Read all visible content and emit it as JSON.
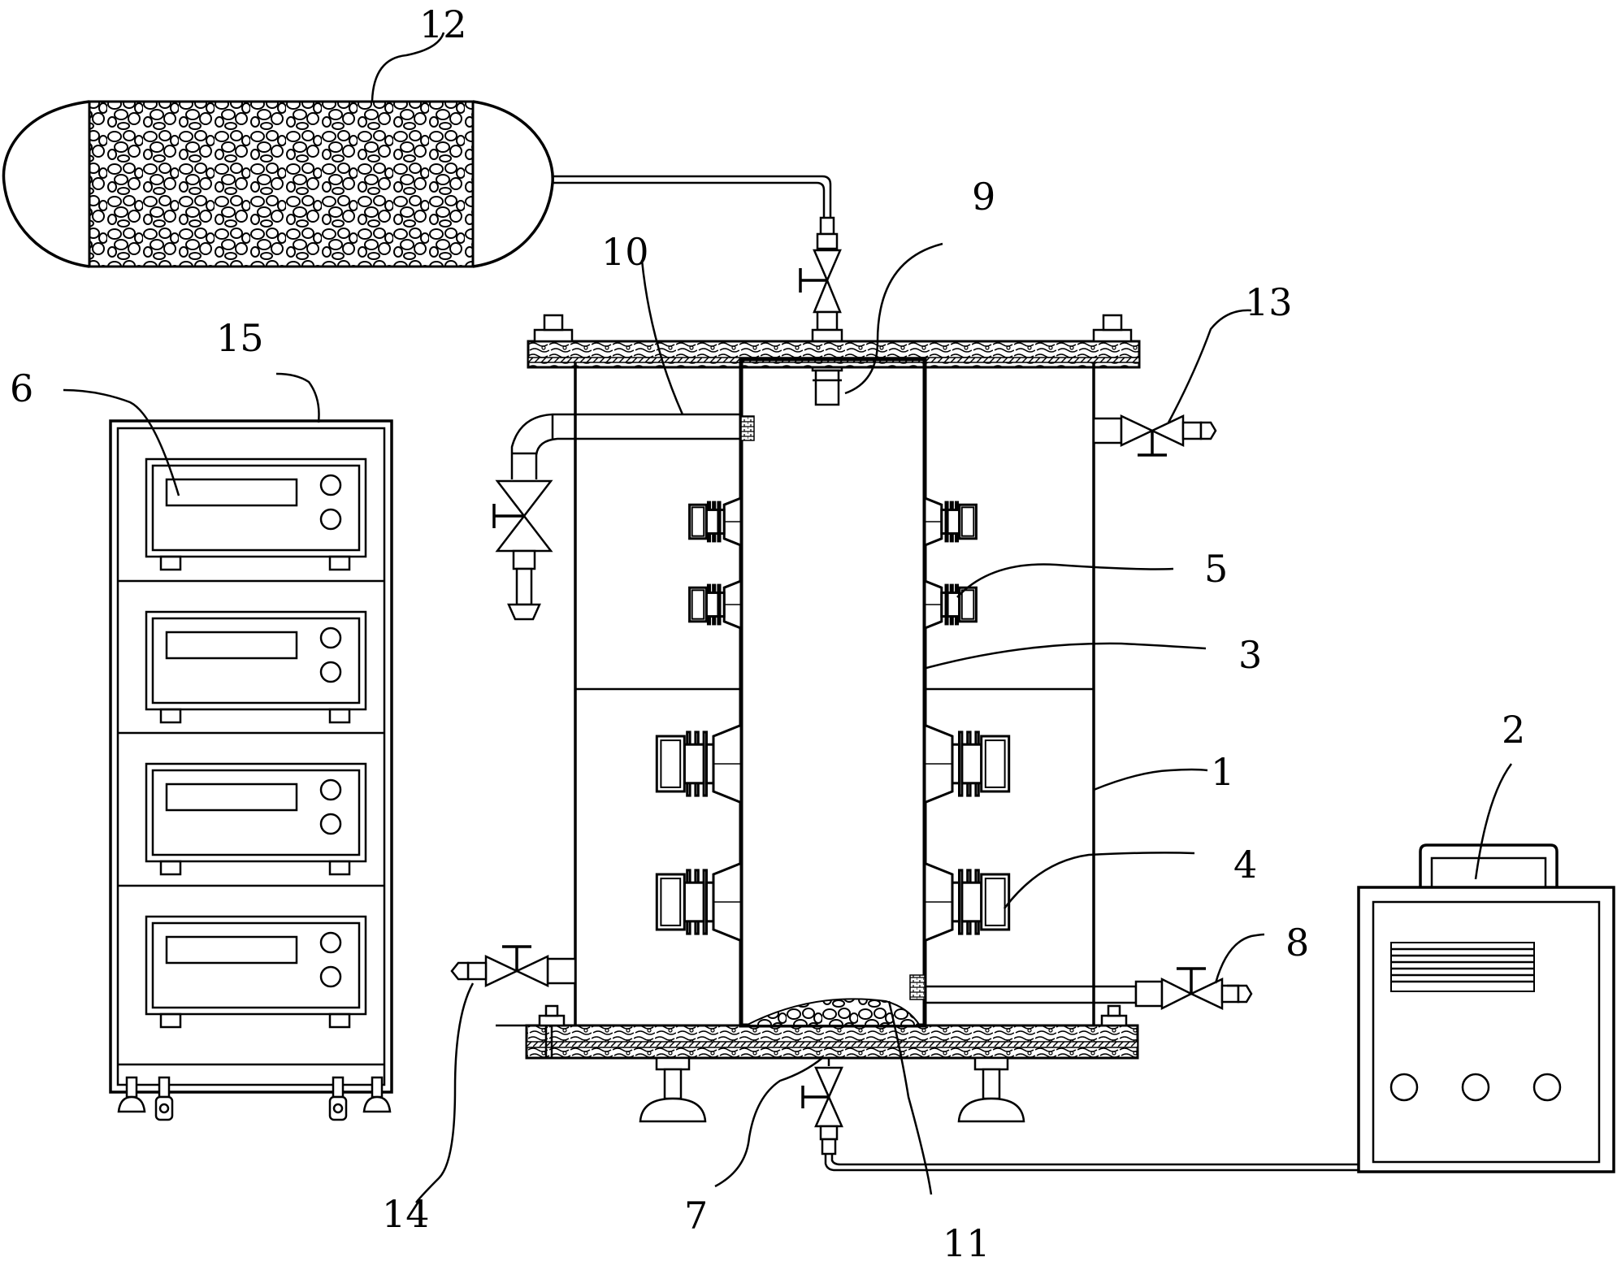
{
  "labels": {
    "l1": "1",
    "l2": "2",
    "l3": "3",
    "l4": "4",
    "l5": "5",
    "l6": "6",
    "l7": "7",
    "l8": "8",
    "l9": "9",
    "l10": "10",
    "l11": "11",
    "l12": "12",
    "l13": "13",
    "l14": "14",
    "l15": "15"
  },
  "colors": {
    "line": "#000000",
    "background": "#ffffff"
  }
}
